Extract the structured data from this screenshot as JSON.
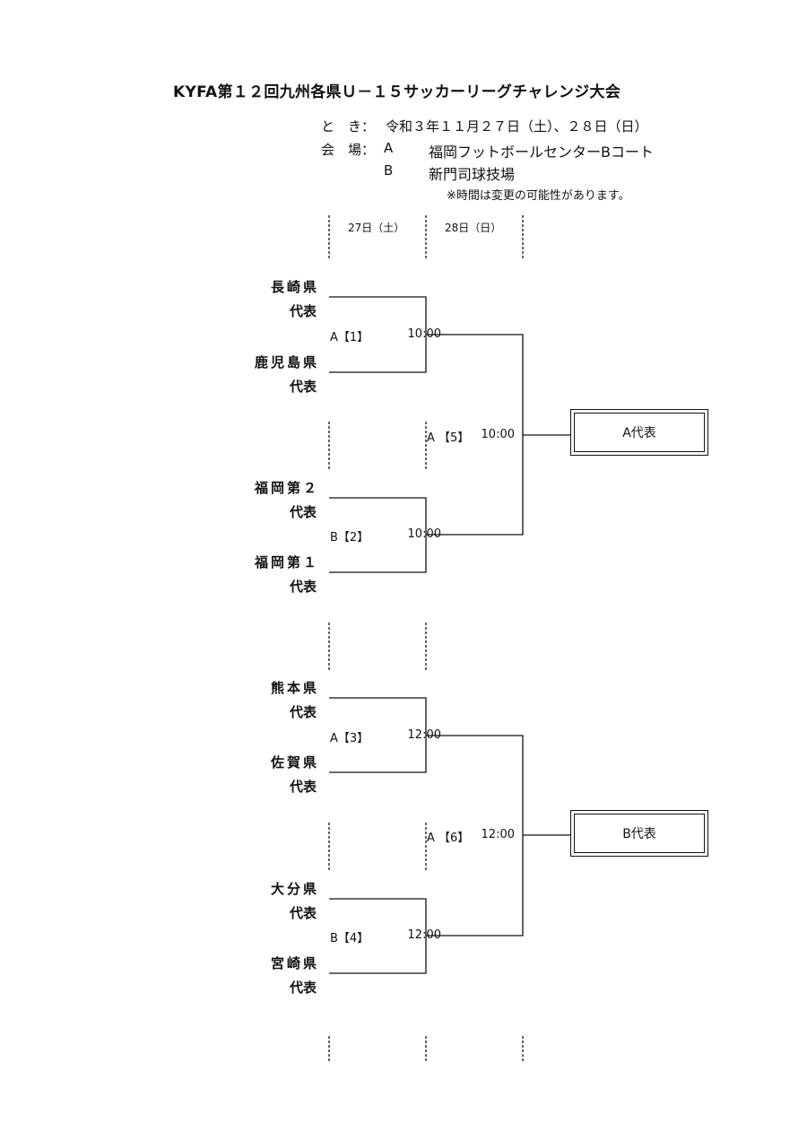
{
  "document": {
    "title": "KYFA第１２回九州各県Ｕ－１５サッカーリーグチャレンジ大会",
    "date_label": "と　き：",
    "date_value": "令和３年１１月２７日（土）、２８日（日）",
    "venue_label": "会　場：",
    "venue_a_code": "A",
    "venue_a_name": "福岡フットボールセンターBコート",
    "venue_b_code": "B",
    "venue_b_name": "新門司球技場",
    "note": "※時間は変更の可能性があります。"
  },
  "days": {
    "day1": "27日（土）",
    "day2": "28日（日）"
  },
  "teams": [
    {
      "name": "長崎県",
      "rep": "代表"
    },
    {
      "name": "鹿児島県",
      "rep": "代表"
    },
    {
      "name": "福岡第２",
      "rep": "代表"
    },
    {
      "name": "福岡第１",
      "rep": "代表"
    },
    {
      "name": "熊本県",
      "rep": "代表"
    },
    {
      "name": "佐賀県",
      "rep": "代表"
    },
    {
      "name": "大分県",
      "rep": "代表"
    },
    {
      "name": "宮崎県",
      "rep": "代表"
    }
  ],
  "matches": [
    {
      "code": "A【1】",
      "time": "10:00"
    },
    {
      "code": "B【2】",
      "time": "10:00"
    },
    {
      "code": "A【3】",
      "time": "12:00"
    },
    {
      "code": "B【4】",
      "time": "12:00"
    },
    {
      "code": "A 【5】",
      "time": "10:00"
    },
    {
      "code": "A 【6】",
      "time": "12:00"
    }
  ],
  "finals": [
    {
      "label": "A代表"
    },
    {
      "label": "B代表"
    }
  ]
}
